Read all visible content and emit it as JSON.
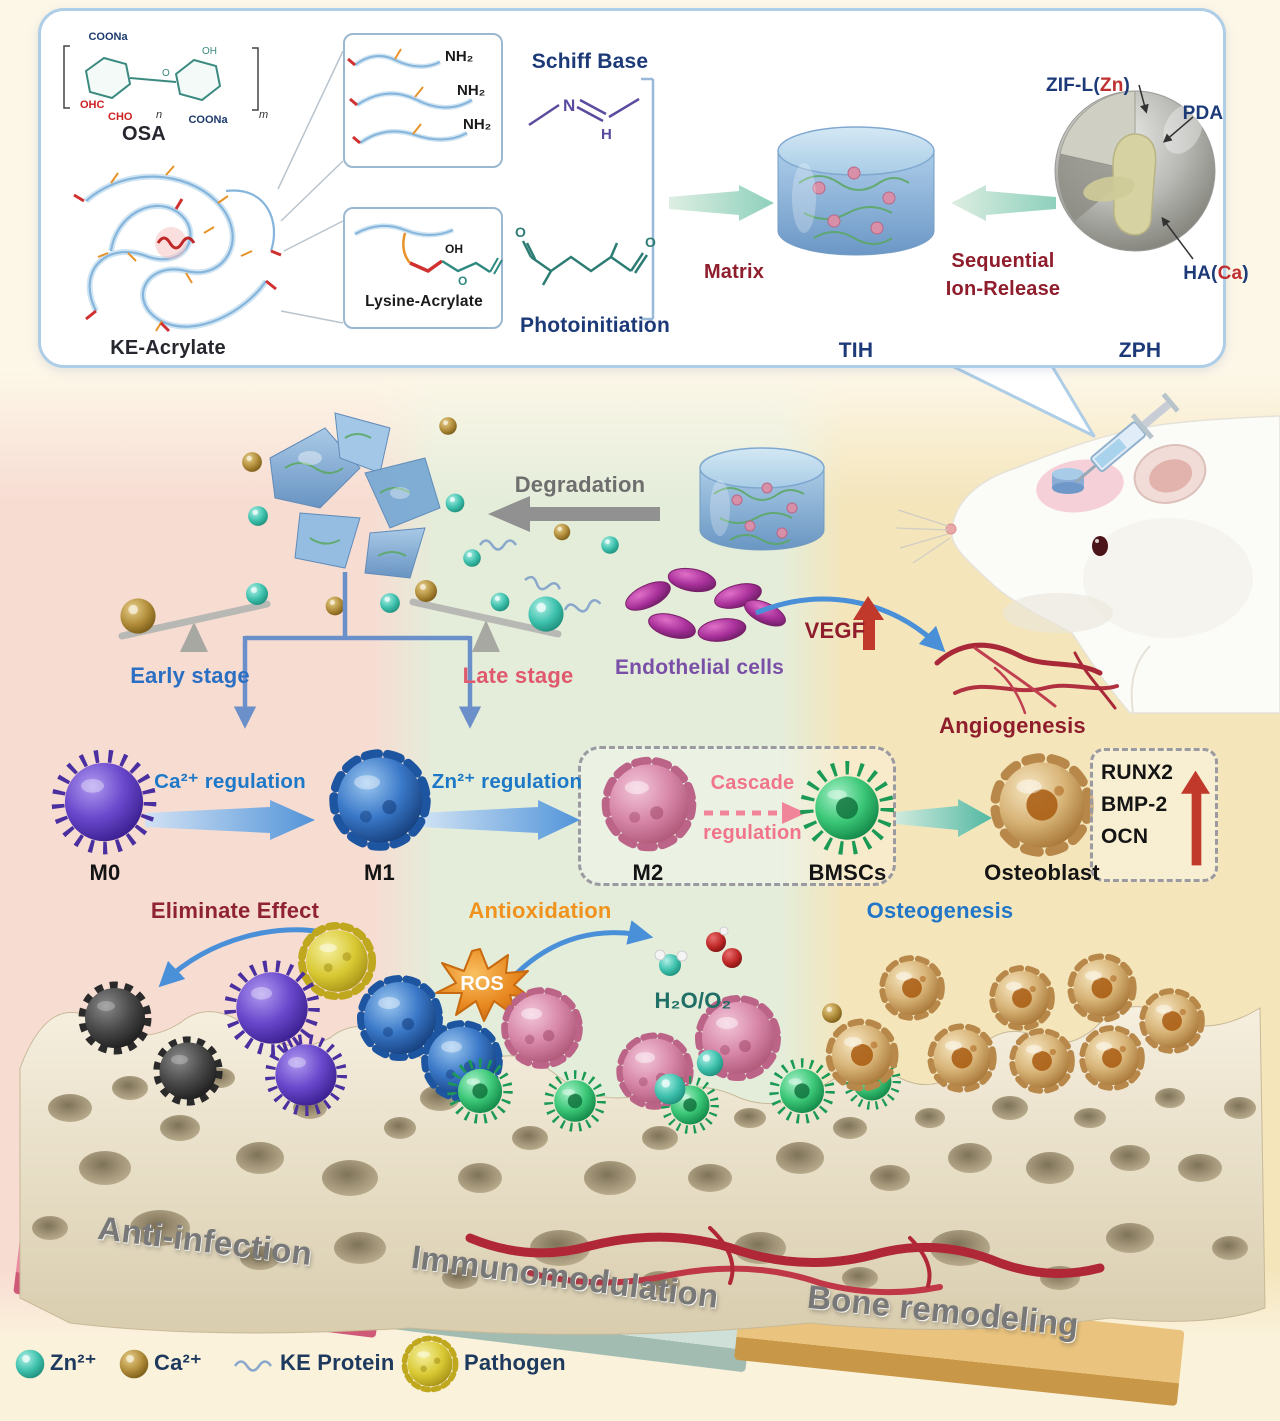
{
  "colors": {
    "navy": "#1d3a78",
    "dark_red": "#8f1d2c",
    "blue": "#1e78c8",
    "steel_blue": "#2b6fc2",
    "salmon": "#e05a6e",
    "purple": "#7a4fa8",
    "gray": "#6e6e6e",
    "orange": "#f0921e",
    "pink": "#f0758a",
    "teal_dark": "#1f6f66",
    "platform_gray": "#787878",
    "band_pink": "#f7dcd2",
    "band_green": "#e4edda",
    "band_yellow": "#f4e5bb",
    "zn_sphere": "#3cc0ac",
    "ca_sphere": "#b08c3a",
    "pathogen_yellow": "#d8c832"
  },
  "top_panel": {
    "osa_label": "OSA",
    "ke_acrylate_label": "KE-Acrylate",
    "lysine_acrylate_label": "Lysine-Acrylate",
    "nh2_1": "NH₂",
    "nh2_2": "NH₂",
    "nh2_3": "NH₂",
    "schiff_base_label": "Schiff Base",
    "photoinitiation_label": "Photoinitiation",
    "matrix_label": "Matrix",
    "tih_label": "TIH",
    "sequential_line1": "Sequential",
    "sequential_line2": "Ion-Release",
    "zph_label": "ZPH",
    "zif_pre": "ZIF-L(",
    "zif_ion": "Zn",
    "zif_post": ")",
    "pda_label": "PDA",
    "ha_pre": "HA(",
    "ha_ion": "Ca",
    "ha_post": ")",
    "chem": {
      "coona_1": "COONa",
      "coona_2": "COONa",
      "ohc": "OHC",
      "cho": "CHO",
      "sub_n": "n",
      "sub_m": "m",
      "oh_ring": "OH",
      "o_ring": "O",
      "oh_lys": "OH",
      "o_lys": "O",
      "n_atom": "N",
      "h_atom": "H",
      "o_pi_left": "O",
      "o_pi_right": "O"
    }
  },
  "middle": {
    "degradation_label": "Degradation",
    "early_stage_label": "Early stage",
    "late_stage_label": "Late stage",
    "endothelial_label": "Endothelial cells",
    "vegf_label": "VEGF",
    "angiogenesis_label": "Angiogenesis"
  },
  "cells_row": {
    "m0_label": "M0",
    "ca_regulation_label": "Ca²⁺ regulation",
    "m1_label": "M1",
    "zn_regulation_label": "Zn²⁺ regulation",
    "m2_label": "M2",
    "cascade_line1": "Cascade",
    "cascade_line2": "regulation",
    "bmscs_label": "BMSCs",
    "osteoblast_label": "Osteoblast",
    "genes": [
      "RUNX2",
      "BMP-2",
      "OCN"
    ]
  },
  "effects": {
    "eliminate_label": "Eliminate Effect",
    "antioxidation_label": "Antioxidation",
    "ros_label": "ROS",
    "h2o_label": "H₂O/O₂",
    "osteogenesis_label": "Osteogenesis"
  },
  "platforms": {
    "anti_infection": "Anti-infection",
    "immunomodulation": "Immunomodulation",
    "bone_remodeling": "Bone remodeling"
  },
  "legend": {
    "zn": "Zn²⁺",
    "ca": "Ca²⁺",
    "ke_protein": "KE Protein",
    "pathogen": "Pathogen"
  }
}
